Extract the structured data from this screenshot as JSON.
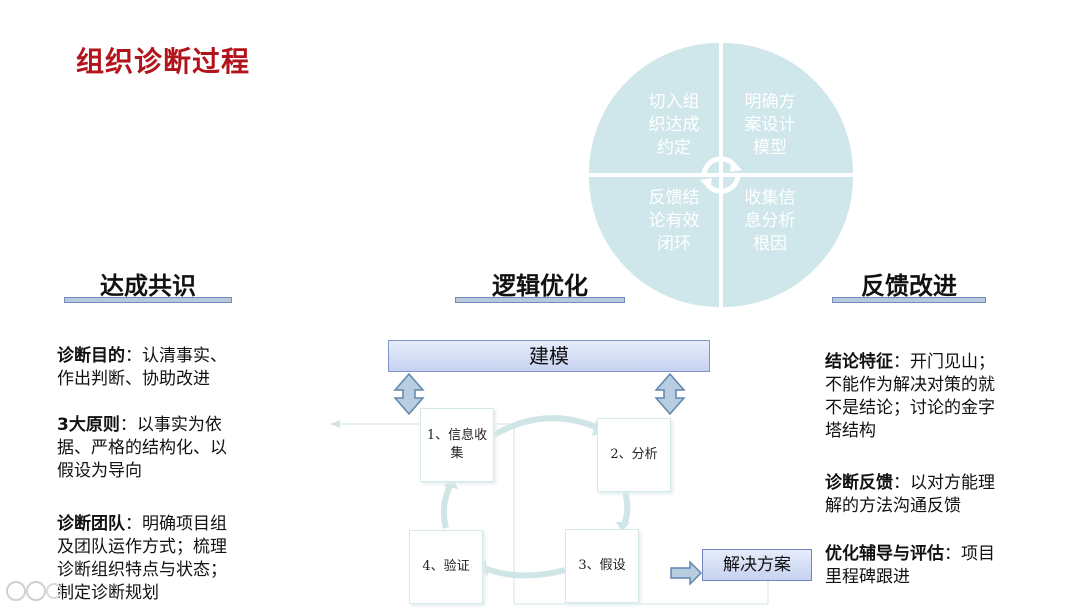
{
  "title": "组织诊断过程",
  "circle": {
    "top_left": [
      "切入组",
      "织达成",
      "约定"
    ],
    "top_right": [
      "明确方",
      "案设计",
      "模型"
    ],
    "bottom_left": [
      "反馈结",
      "论有效",
      "闭环"
    ],
    "bottom_right": [
      "收集信",
      "息分析",
      "根因"
    ]
  },
  "sections": {
    "left_heading": "达成共识",
    "middle_heading": "逻辑优化",
    "right_heading": "反馈改进"
  },
  "left_col": {
    "p1_label": "诊断目的",
    "p1_lines": [
      "：认清事实、",
      "作出判断、协助改进"
    ],
    "p2_label": "3大原则",
    "p2_lines": [
      "：以事实为依",
      "据、严格的结构化、以",
      "假设为导向"
    ],
    "p3_label": "诊断团队",
    "p3_lines": [
      "：明确项目组",
      "及团队运作方式；梳理",
      "诊断组织特点与状态；",
      "制定诊断规划"
    ]
  },
  "right_col": {
    "p1_label": "结论特征",
    "p1_lines": [
      "：开门见山；",
      "不能作为解决对策的就",
      "不是结论；讨论的金字",
      "塔结构"
    ],
    "p2_label": "诊断反馈",
    "p2_lines": [
      "：以对方能理",
      "解的方法沟通反馈"
    ],
    "p3_label": "优化辅导与评估",
    "p3_lines": [
      "：项目",
      "里程碑跟进"
    ]
  },
  "flow": {
    "model": "建模",
    "step1": [
      "1、信息收",
      "集"
    ],
    "step2": "2、分析",
    "step3": "3、假设",
    "step4": "4、验证",
    "solution": "解决方案"
  }
}
